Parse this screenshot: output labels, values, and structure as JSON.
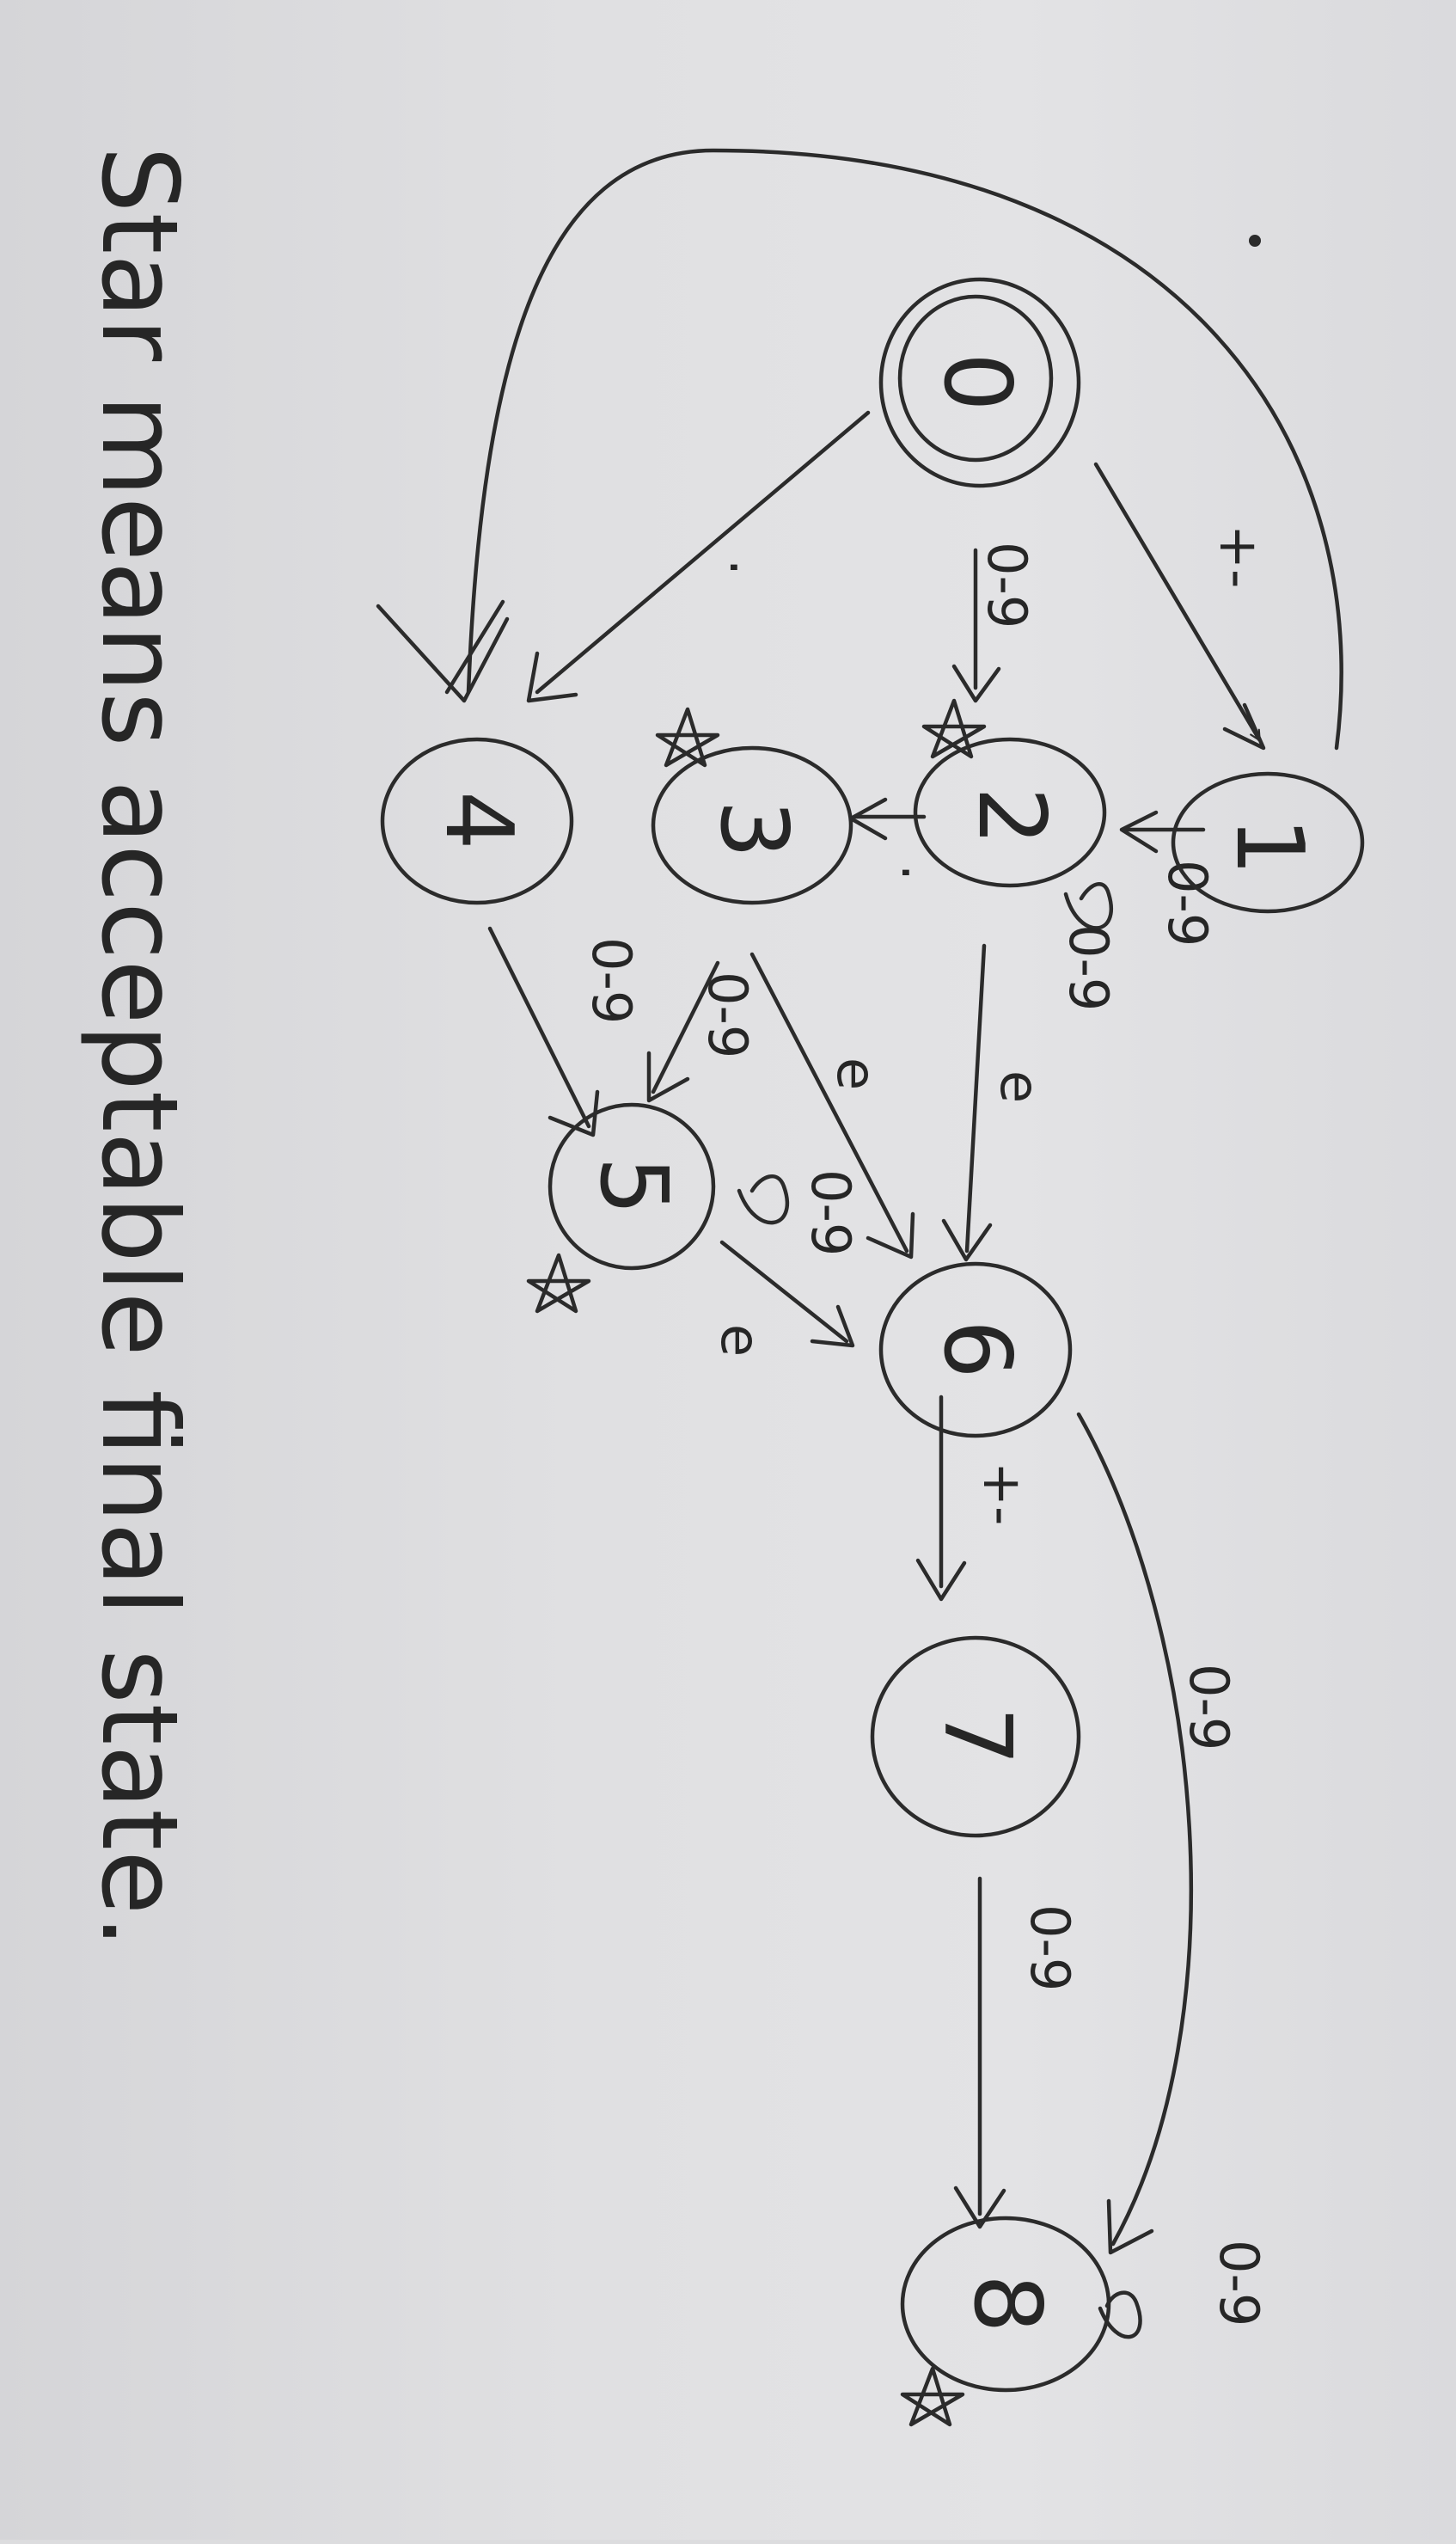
{
  "diagram": {
    "states": [
      {
        "id": "0",
        "label": "0",
        "double": true,
        "star": false
      },
      {
        "id": "1",
        "label": "1",
        "double": false,
        "star": false
      },
      {
        "id": "2",
        "label": "2",
        "double": false,
        "star": true
      },
      {
        "id": "3",
        "label": "3",
        "double": false,
        "star": true
      },
      {
        "id": "4",
        "label": "4",
        "double": false,
        "star": false
      },
      {
        "id": "5",
        "label": "5",
        "double": false,
        "star": true
      },
      {
        "id": "6",
        "label": "6",
        "double": false,
        "star": false
      },
      {
        "id": "7",
        "label": "7",
        "double": false,
        "star": false
      },
      {
        "id": "8",
        "label": "8",
        "double": false,
        "star": true
      }
    ],
    "transitions": [
      {
        "from": "0",
        "to": "1",
        "label": "+-"
      },
      {
        "from": "0",
        "to": "2",
        "label": "0-9"
      },
      {
        "from": "0",
        "to": "4",
        "label": "."
      },
      {
        "from": "1",
        "to": "4",
        "label": ""
      },
      {
        "from": "1",
        "to": "2",
        "label": "0-9"
      },
      {
        "from": "2",
        "to": "2",
        "label": "0-9"
      },
      {
        "from": "2",
        "to": "3",
        "label": "."
      },
      {
        "from": "2",
        "to": "6",
        "label": "e"
      },
      {
        "from": "3",
        "to": "5",
        "label": "0-9"
      },
      {
        "from": "3",
        "to": "6",
        "label": "e"
      },
      {
        "from": "4",
        "to": "5",
        "label": "0-9"
      },
      {
        "from": "5",
        "to": "5",
        "label": "0-9"
      },
      {
        "from": "5",
        "to": "6",
        "label": "e"
      },
      {
        "from": "6",
        "to": "7",
        "label": "+-"
      },
      {
        "from": "6",
        "to": "8",
        "label": "0-9"
      },
      {
        "from": "7",
        "to": "8",
        "label": "0-9"
      },
      {
        "from": "8",
        "to": "8",
        "label": "0-9"
      }
    ],
    "note": "Star means acceptable final state."
  }
}
